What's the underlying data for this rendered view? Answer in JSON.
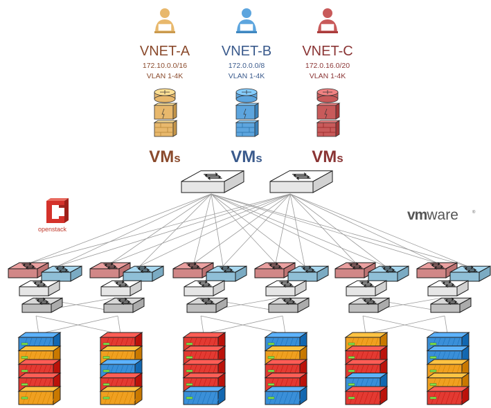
{
  "colors": {
    "vnet_a": "#8a4a2c",
    "vnet_b": "#3a5a8c",
    "vnet_c": "#8a3434",
    "user_a": "#e8b86c",
    "user_b": "#5da5de",
    "user_c": "#c85a5a",
    "leaf_red": "#eaa0a0",
    "leaf_blue": "#a8d8f0",
    "host_red": "#e33a32",
    "host_blue": "#3a8fd8",
    "host_orange": "#f0a020"
  },
  "vnets": [
    {
      "name": "VNET-A",
      "subnet": "172.10.0.0/16",
      "vlan": "VLAN 1-4K",
      "vms_main": "VM",
      "vms_suffix": "s",
      "user_icon": "user-laptop-icon",
      "router_icon": "router-icon"
    },
    {
      "name": "VNET-B",
      "subnet": "172.0.0.0/8",
      "vlan": "VLAN 1-4K",
      "vms_main": "VM",
      "vms_suffix": "s",
      "user_icon": "user-laptop-icon",
      "router_icon": "router-icon"
    },
    {
      "name": "VNET-C",
      "subnet": "172.0.16.0/20",
      "vlan": "VLAN 1-4K",
      "vms_main": "VM",
      "vms_suffix": "s",
      "user_icon": "user-laptop-icon",
      "router_icon": "router-icon"
    }
  ],
  "logos": {
    "openstack": "openstack",
    "vmware_vm": "vm",
    "vmware_ware": "ware"
  },
  "racks": [
    {
      "hosts": [
        "blue",
        "orange",
        "red",
        "red",
        "orange"
      ]
    },
    {
      "hosts": [
        "red",
        "orange",
        "blue",
        "red",
        "orange"
      ]
    },
    {
      "hosts": [
        "red",
        "red",
        "red",
        "red",
        "blue"
      ]
    },
    {
      "hosts": [
        "blue",
        "orange",
        "red",
        "red",
        "blue"
      ]
    },
    {
      "hosts": [
        "orange",
        "red",
        "red",
        "blue",
        "red"
      ]
    },
    {
      "hosts": [
        "blue",
        "blue",
        "orange",
        "orange",
        "red"
      ]
    }
  ]
}
